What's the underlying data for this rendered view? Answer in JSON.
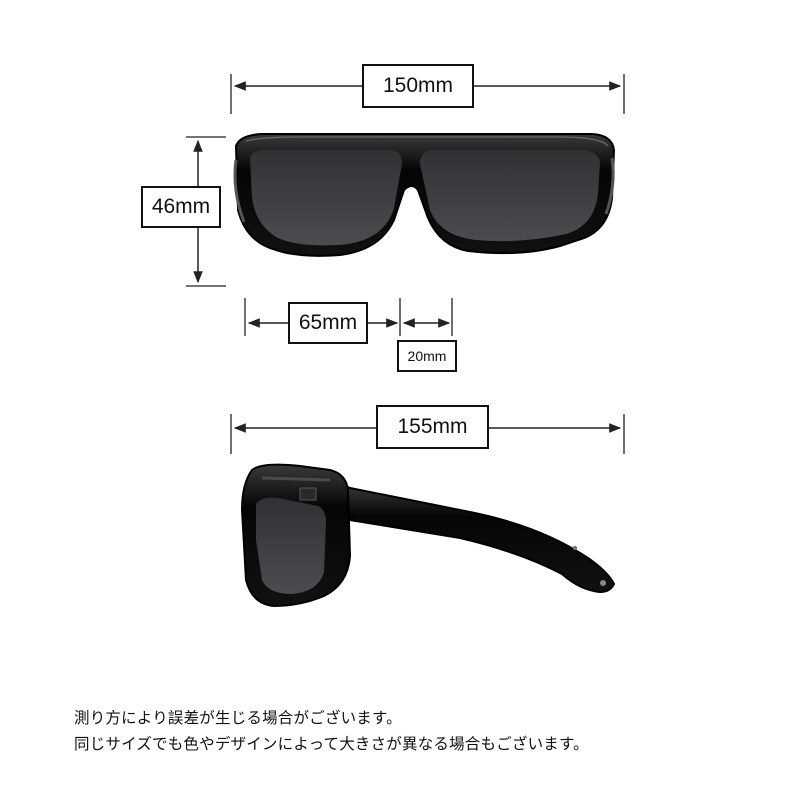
{
  "dimensions": {
    "front_width": "150mm",
    "front_height": "46mm",
    "lens_width": "65mm",
    "bridge_width": "20mm",
    "side_length": "155mm"
  },
  "notes": [
    "測り方により誤差が生じる場合がございます。",
    "同じサイズでも色やデザインによって大きさが異なる場合もございます。"
  ],
  "colors": {
    "frame": "#0b0b0b",
    "lens": "#3a3c40",
    "dimension_line": "#222222"
  }
}
